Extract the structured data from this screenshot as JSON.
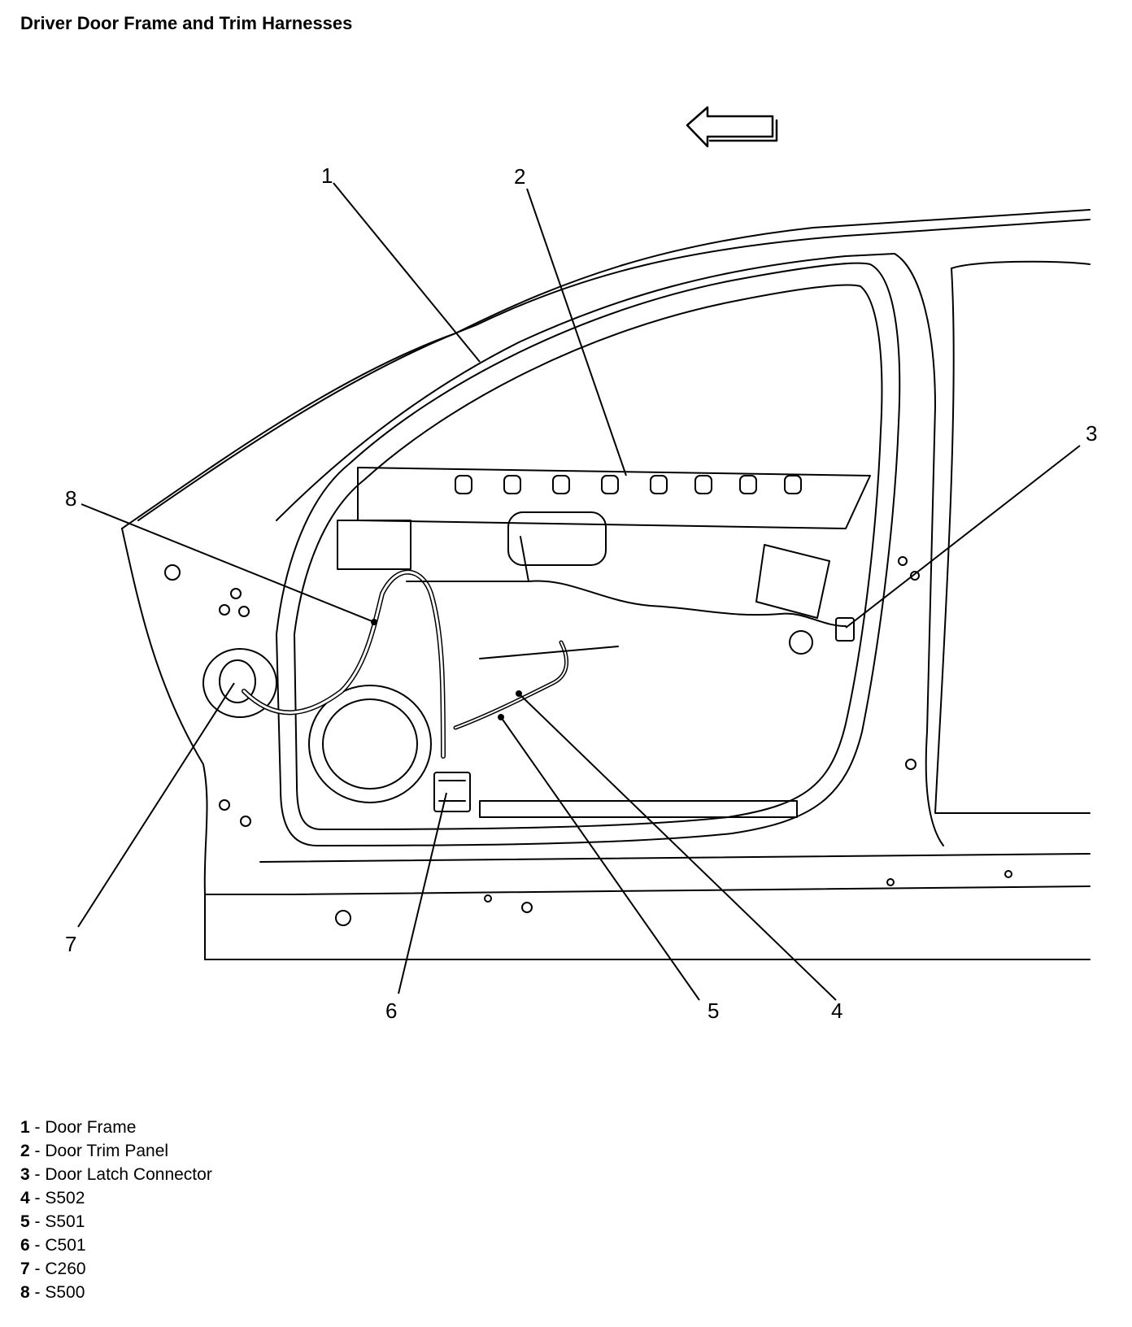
{
  "title": "Driver Door Frame and Trim Harnesses",
  "callouts": [
    {
      "num": "1",
      "label": "Door Frame"
    },
    {
      "num": "2",
      "label": "Door Trim Panel"
    },
    {
      "num": "3",
      "label": "Door Latch Connector"
    },
    {
      "num": "4",
      "label": "S502"
    },
    {
      "num": "5",
      "label": "S501"
    },
    {
      "num": "6",
      "label": "C501"
    },
    {
      "num": "7",
      "label": "C260"
    },
    {
      "num": "8",
      "label": "S500"
    }
  ],
  "direction_arrow": "arrow-left-icon",
  "colors": {
    "line": "#000000",
    "background": "#ffffff"
  }
}
